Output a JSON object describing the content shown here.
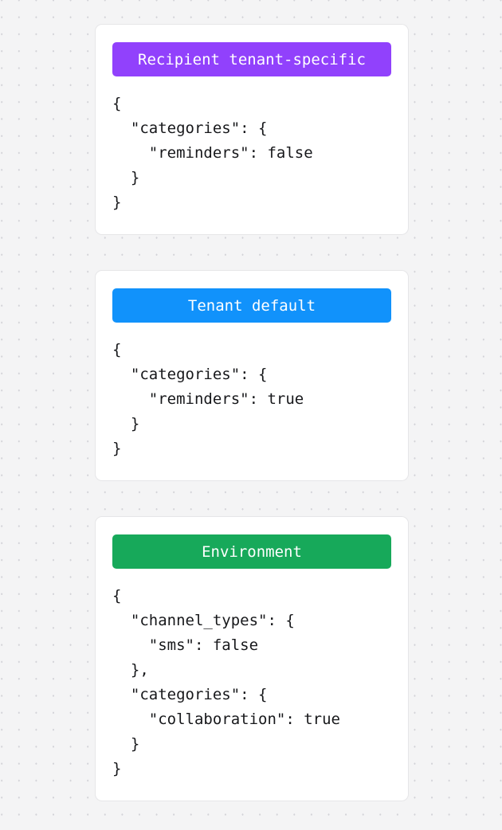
{
  "background": {
    "color": "#f4f4f5",
    "dot_color": "#d3d3d8"
  },
  "cards": [
    {
      "name": "recipient-tenant-specific",
      "header_label": "Recipient tenant-specific",
      "header_color": "#9141fc",
      "body": "{\n  \"categories\": {\n    \"reminders\": false\n  }\n}"
    },
    {
      "name": "tenant-default",
      "header_label": "Tenant default",
      "header_color": "#1192fb",
      "body": "{\n  \"categories\": {\n    \"reminders\": true\n  }\n}"
    },
    {
      "name": "environment",
      "header_label": "Environment",
      "header_color": "#17a95a",
      "body": "{\n  \"channel_types\": {\n    \"sms\": false\n  },\n  \"categories\": {\n    \"collaboration\": true\n  }\n}"
    }
  ]
}
